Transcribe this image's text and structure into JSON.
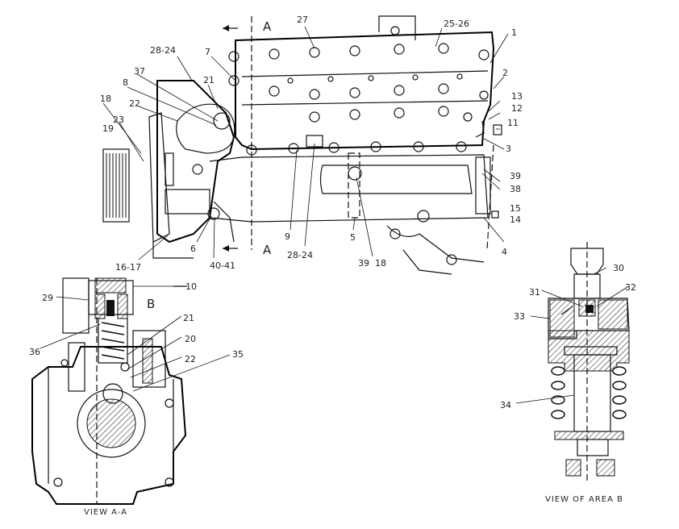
{
  "labels": {
    "l1": "1",
    "l2": "2",
    "l3": "3",
    "l4": "4",
    "l5": "5",
    "l6": "6",
    "l7": "7",
    "l8": "8",
    "l9": "9",
    "l10": "10",
    "l11": "11",
    "l12": "12",
    "l13": "13",
    "l14": "14",
    "l15": "15",
    "l16_17": "16-17",
    "l18a": "18",
    "l18b": "18",
    "l19": "19",
    "l20": "20",
    "l21a": "21",
    "l21b": "21",
    "l22a": "22",
    "l22b": "22",
    "l23": "23",
    "l25_26": "25-26",
    "l27": "27",
    "l28_24a": "28-24",
    "l28_24b": "28-24",
    "l29": "29",
    "l30": "30",
    "l31": "31",
    "l32": "32",
    "l33": "33",
    "l34": "34",
    "l35": "35",
    "l36": "36",
    "l37": "37",
    "l38": "38",
    "l39a": "39",
    "l39b": "39",
    "l40_41": "40-41"
  },
  "section_marks": {
    "a_top": "A",
    "a_bottom": "A",
    "b_mark": "B"
  },
  "captions": {
    "view_aa": "VIEW A-A",
    "view_b": "VIEW OF AREA B"
  }
}
